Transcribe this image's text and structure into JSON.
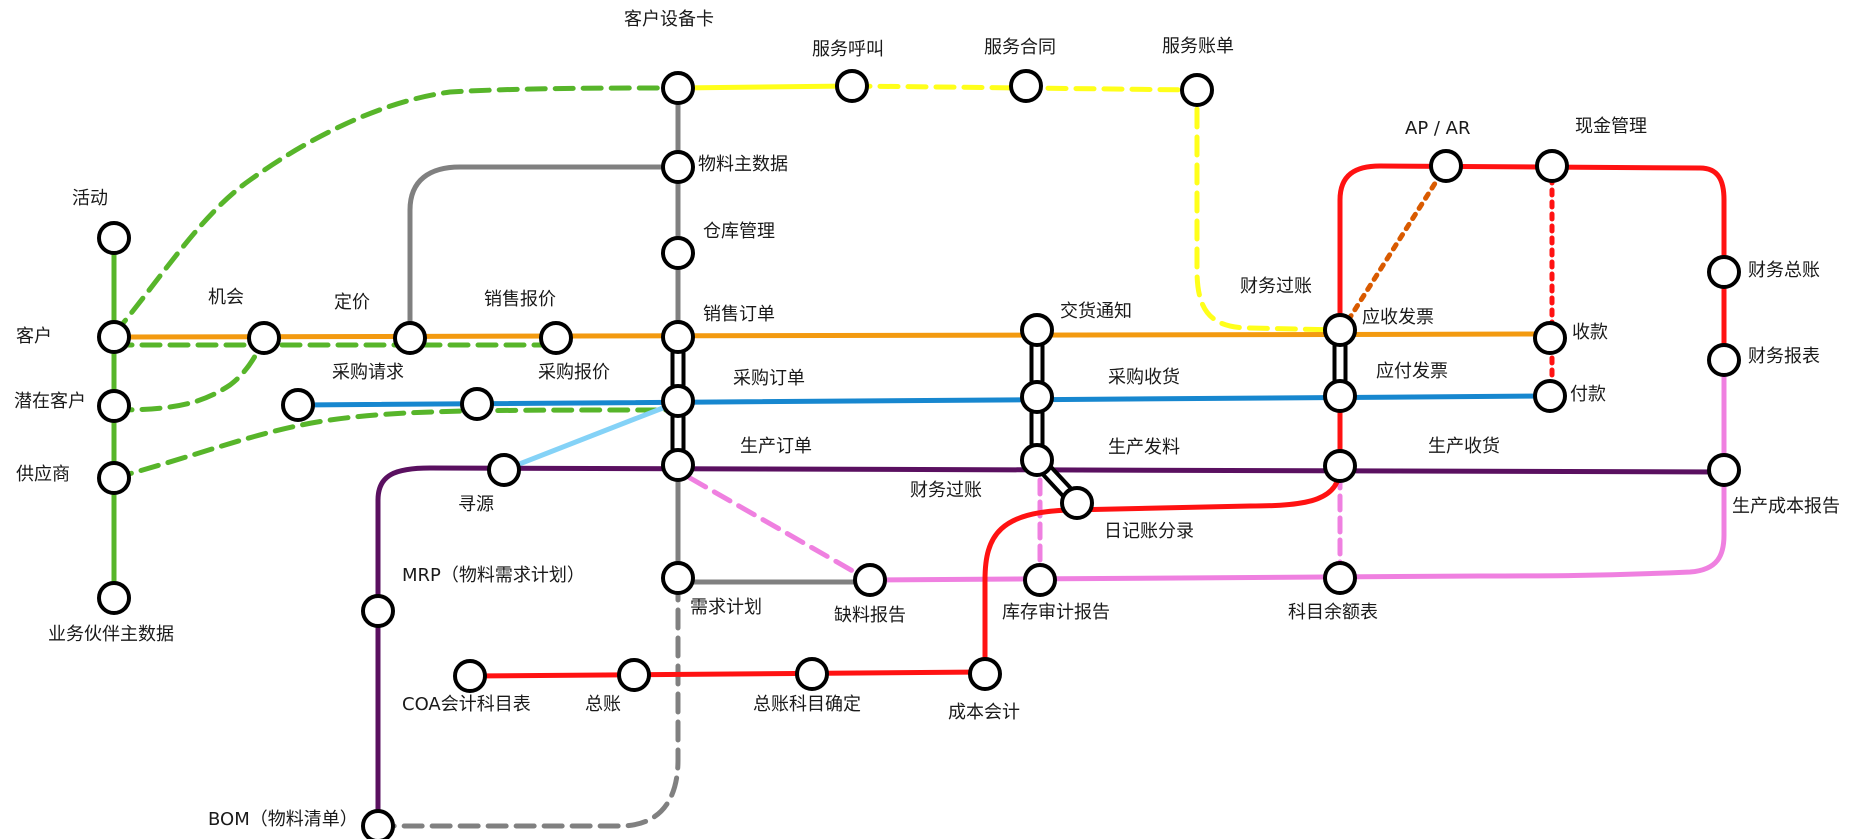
{
  "colors": {
    "green": "#57b52a",
    "yellow": "#ffff1a",
    "gray": "#808080",
    "orange": "#f39a10",
    "blue": "#1787cf",
    "light_blue": "#84d2f7",
    "purple": "#5a1060",
    "red": "#ff1212",
    "pink": "#ef80e0",
    "brown_orange": "#d95a00",
    "black": "#000000",
    "white": "#ffffff"
  },
  "stations": {
    "huodong": "活动",
    "kehu": "客户",
    "qianzai_kehu": "潜在客户",
    "gongyingshang": "供应商",
    "yewu_huoban": "业务伙伴主数据",
    "jihui": "机会",
    "dingjia": "定价",
    "xiaoshou_baojia": "销售报价",
    "caigou_qingqiu": "采购请求",
    "caigou_baojia": "采购报价",
    "kehu_shebeika": "客户设备卡",
    "fuwu_hujiao": "服务呼叫",
    "fuwu_hetong": "服务合同",
    "fuwu_zhangdan": "服务账单",
    "wuliao_zhushuju": "物料主数据",
    "cangku_guanli": "仓库管理",
    "xiaoshou_dingdan": "销售订单",
    "caigou_dingdan": "采购订单",
    "shengchan_dingdan": "生产订单",
    "xunyuan": "寻源",
    "mrp": "MRP（物料需求计划）",
    "bom": "BOM（物料清单）",
    "xuqiu_jihua": "需求计划",
    "queliao_baogao": "缺料报告",
    "jiaohuo_tongzhi": "交货通知",
    "caigou_shouhuo": "采购收货",
    "shengchan_faliao": "生产发料",
    "caiwu_guozhang_1": "财务过账",
    "caiwu_guozhang_2": "财务过账",
    "riji_fenlu": "日记账分录",
    "kucun_shenji": "库存审计报告",
    "coa": "COA会计科目表",
    "zongzhang": "总账",
    "zongzhang_queding": "总账科目确定",
    "chengben_kuaiji": "成本会计",
    "ap_ar": "AP / AR",
    "xianjin_guanli": "现金管理",
    "yingshou_fapiao": "应收发票",
    "yingfu_fapiao": "应付发票",
    "shoukuan": "收款",
    "fukuan": "付款",
    "shengchan_shouhuo": "生产收货",
    "kemu_yue": "科目余额表",
    "caiwu_zongzhang": "财务总账",
    "caiwu_baobiao": "财务报表",
    "shengchan_chengben": "生产成本报告"
  }
}
